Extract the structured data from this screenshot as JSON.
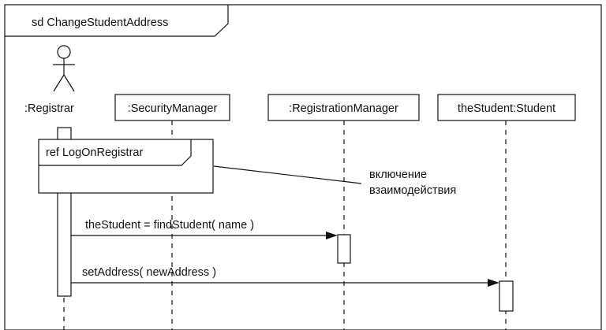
{
  "frame": {
    "title": "sd ChangeStudentAddress"
  },
  "actor": {
    "label": ":Registrar",
    "icon": "stick-figure-actor"
  },
  "lifelines": [
    {
      "label": ":SecurityManager"
    },
    {
      "label": ":RegistrationManager"
    },
    {
      "label": "theStudent:Student"
    }
  ],
  "interaction_use": {
    "label": "ref LogOnRegistrar"
  },
  "note": {
    "line1": "включение",
    "line2": "взаимодействия"
  },
  "messages": [
    {
      "label": "theStudent = findStudent( name )"
    },
    {
      "label": "setAddress( newAddress )"
    }
  ]
}
